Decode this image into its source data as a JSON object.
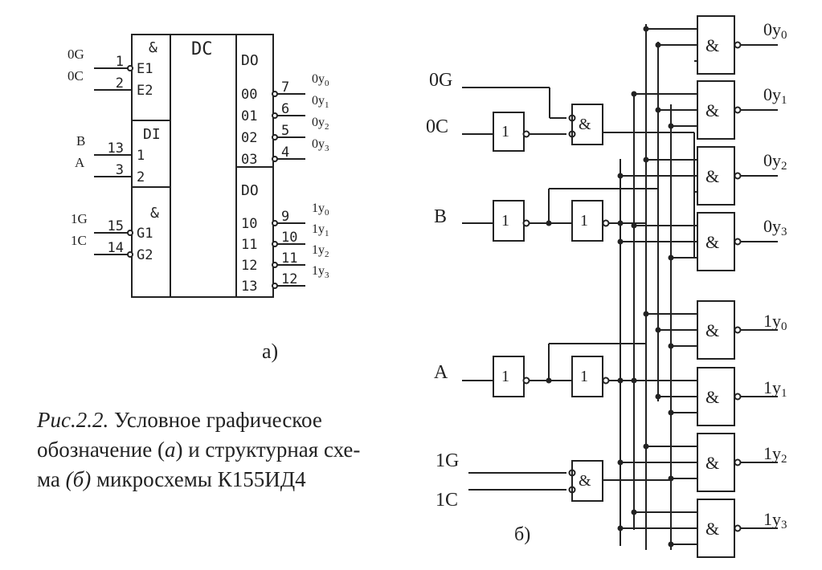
{
  "diagram_a": {
    "label": "а)",
    "header_and": "&",
    "header_dc": "DC",
    "di_label": "DI",
    "do_label_top": "DO",
    "do_label_bottom": "DO",
    "enable1_pins": [
      {
        "name": "0G",
        "num": "1",
        "port": "E1"
      },
      {
        "name": "0C",
        "num": "2",
        "port": "E2"
      }
    ],
    "data_pins": [
      {
        "name": "B",
        "num": "13",
        "port": "1"
      },
      {
        "name": "A",
        "num": "3",
        "port": "2"
      }
    ],
    "enable2_and": "&",
    "enable2_pins": [
      {
        "name": "1G",
        "num": "15",
        "port": "G1"
      },
      {
        "name": "1C",
        "num": "14",
        "port": "G2"
      }
    ],
    "outputs_top": [
      {
        "port": "00",
        "num": "7",
        "name": "0y",
        "sub": "0"
      },
      {
        "port": "01",
        "num": "6",
        "name": "0y",
        "sub": "1"
      },
      {
        "port": "02",
        "num": "5",
        "name": "0y",
        "sub": "2"
      },
      {
        "port": "03",
        "num": "4",
        "name": "0y",
        "sub": "3"
      }
    ],
    "outputs_bottom": [
      {
        "port": "10",
        "num": "9",
        "name": "1y",
        "sub": "0"
      },
      {
        "port": "11",
        "num": "10",
        "name": "1y",
        "sub": "1"
      },
      {
        "port": "12",
        "num": "11",
        "name": "1y",
        "sub": "2"
      },
      {
        "port": "13",
        "num": "12",
        "name": "1y",
        "sub": "3"
      }
    ]
  },
  "diagram_b": {
    "label": "б)",
    "inputs": [
      "0G",
      "0C",
      "B",
      "A",
      "1G",
      "1C"
    ],
    "not_symbol": "1",
    "and_symbol": "&",
    "outputs": [
      {
        "name": "0y",
        "sub": "0"
      },
      {
        "name": "0y",
        "sub": "1"
      },
      {
        "name": "0y",
        "sub": "2"
      },
      {
        "name": "0y",
        "sub": "3"
      },
      {
        "name": "1y",
        "sub": "0"
      },
      {
        "name": "1y",
        "sub": "1"
      },
      {
        "name": "1y",
        "sub": "2"
      },
      {
        "name": "1y",
        "sub": "3"
      }
    ]
  },
  "caption": {
    "prefix": "Рис.2.2.",
    "line1_rest": "Условное графическое",
    "line2_a": "обозначение (",
    "line2_a_it": "а",
    "line2_b": ") и структурная схе-",
    "line3_a": "ма ",
    "line3_it": "(б)",
    "line3_b": " микросхемы К155ИД4"
  }
}
